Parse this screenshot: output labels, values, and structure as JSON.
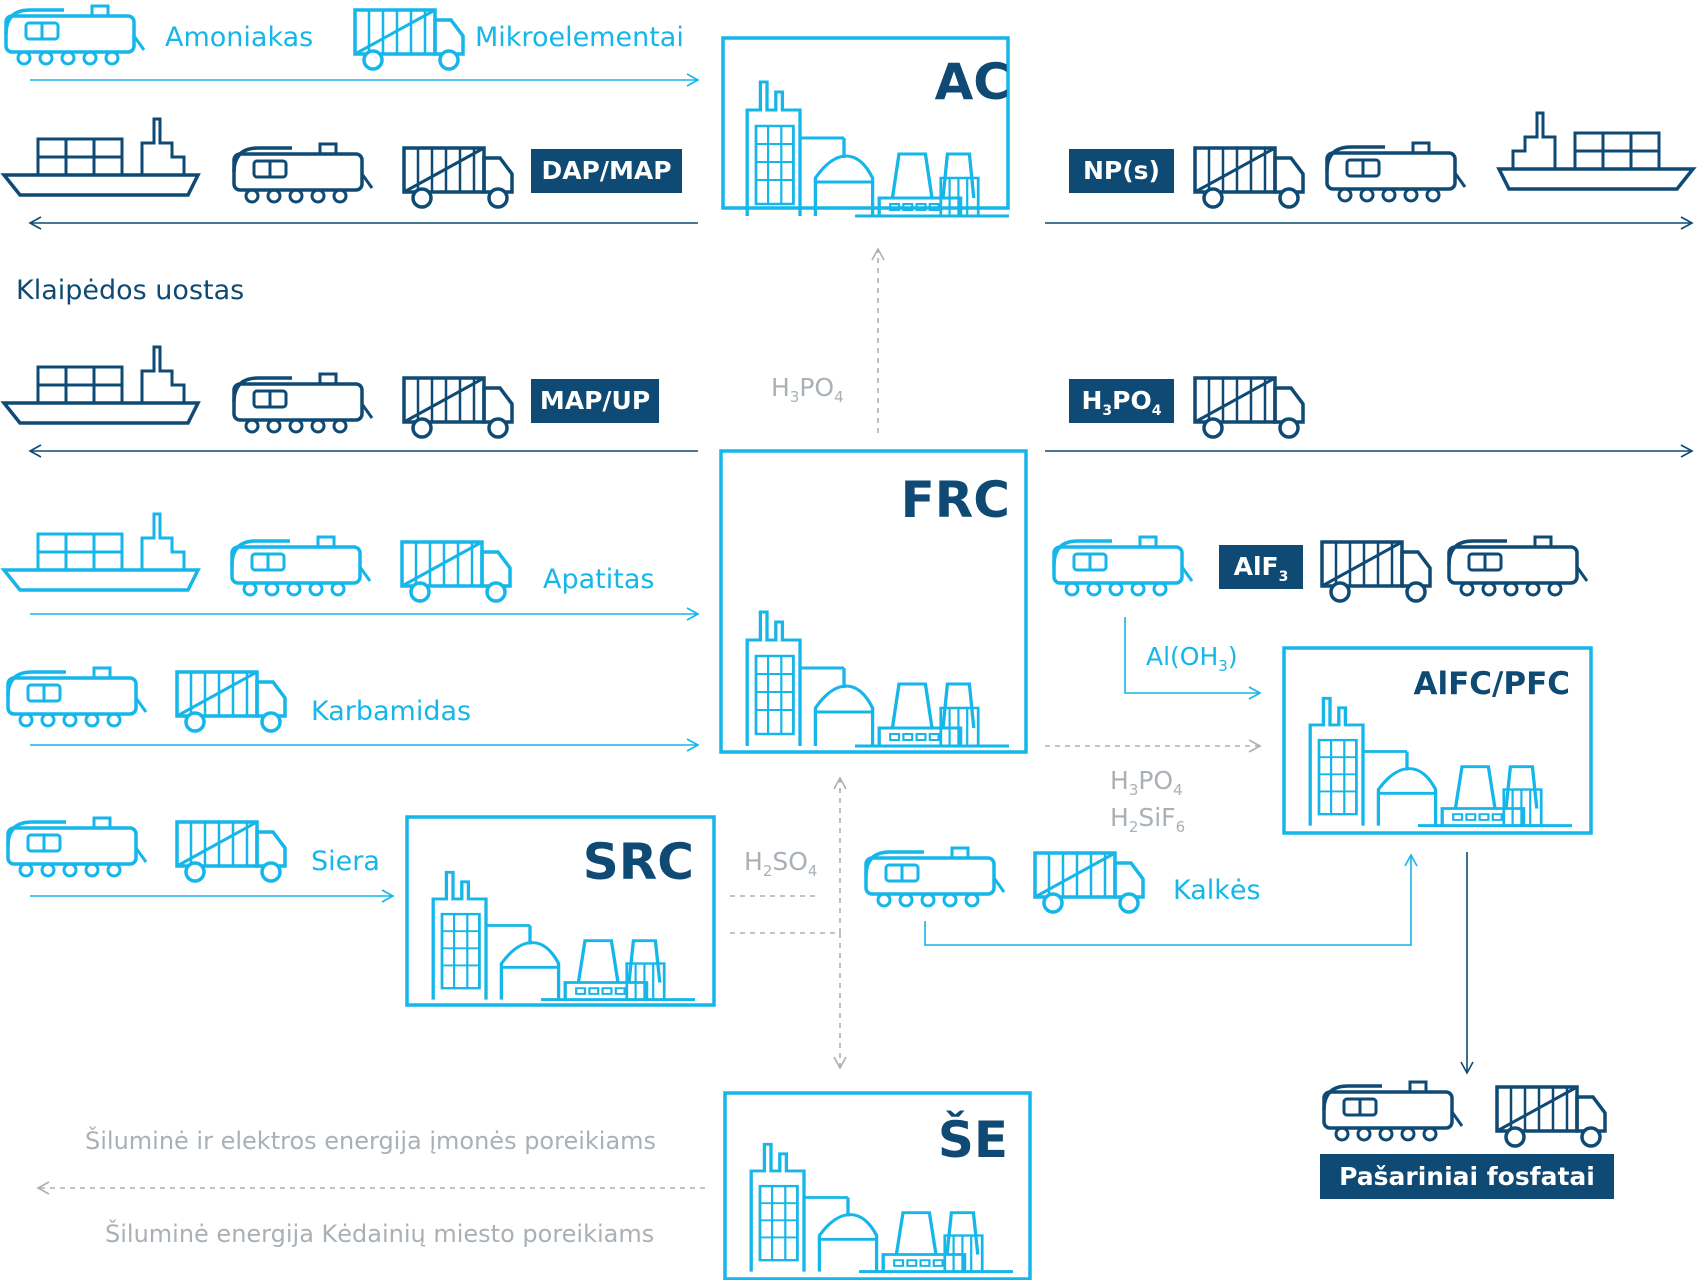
{
  "colors": {
    "cyan": "#15b6e9",
    "navy": "#0e4a74",
    "gray": "#a9b0b6"
  },
  "plants": {
    "ac": "AC",
    "frc": "FRC",
    "src": "SRC",
    "se": "ŠE",
    "alfc": "AlFC/PFC"
  },
  "inputs": {
    "amoniakas": "Amoniakas",
    "mikroelementai": "Mikroelementai",
    "apatitas": "Apatitas",
    "karbamidas": "Karbamidas",
    "siera": "Siera",
    "kalkes": "Kalkės"
  },
  "outputs": {
    "dap_map": "DAP/MAP",
    "map_up": "MAP/UP",
    "nps": "NP(s)",
    "h3po4": {
      "main": "H",
      "sub1": "3",
      "mid": "PO",
      "sub2": "4"
    },
    "alf3": {
      "main": "AlF",
      "sub": "3"
    },
    "pasariniai": "Pašariniai fosfatai"
  },
  "port": "Klaipėdos uostas",
  "flows": {
    "h3po4": {
      "a": "H",
      "s1": "3",
      "b": "PO",
      "s2": "4"
    },
    "h2so4": {
      "a": "H",
      "s1": "2",
      "b": "SO",
      "s2": "4"
    },
    "h2sif6": {
      "a": "H",
      "s1": "2",
      "b": "SiF",
      "s2": "6"
    },
    "aloh3": {
      "a": "Al(OH",
      "s1": "3",
      "b": ")"
    }
  },
  "energy": {
    "line1": "Šiluminė ir elektros energija įmonės poreikiams",
    "line2": "Šiluminė energija Kėdainių miesto poreikiams"
  },
  "icons": [
    "train-icon",
    "truck-icon",
    "ship-icon",
    "factory-icon"
  ]
}
